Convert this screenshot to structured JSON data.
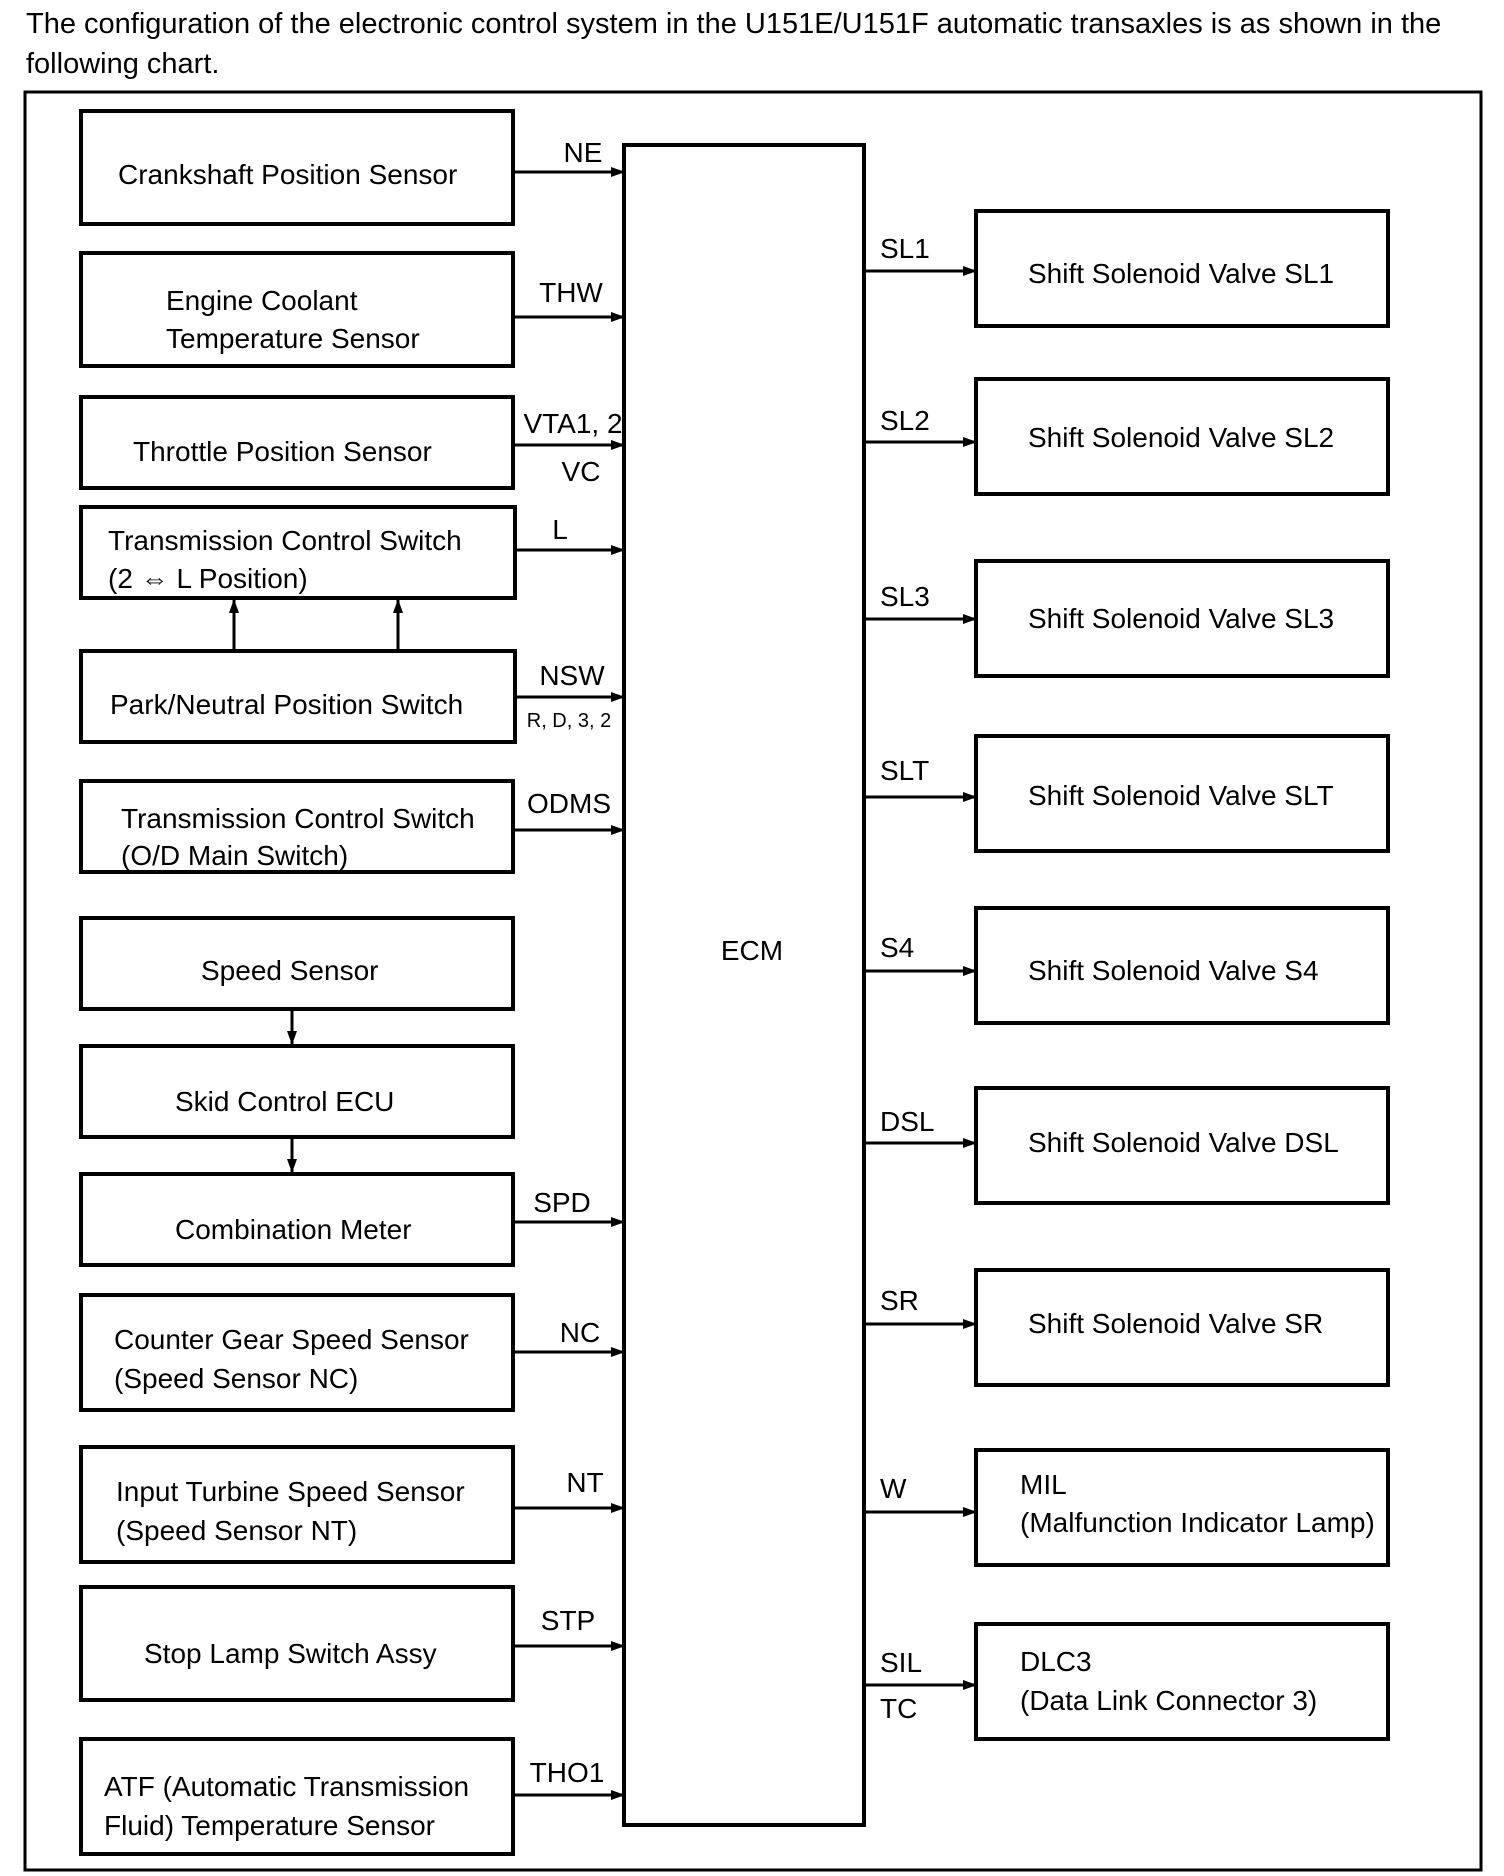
{
  "intro": "The configuration of the electronic control system in the U151E/U151F automatic transaxles is as shown in the following chart.",
  "ecm_label": "ECM",
  "inputs": [
    {
      "id": "crankshaft-position-sensor",
      "lines": [
        "Crankshaft Position Sensor"
      ],
      "signals": [
        "NE"
      ]
    },
    {
      "id": "engine-coolant-temperature-sensor",
      "lines": [
        "Engine Coolant",
        "Temperature Sensor"
      ],
      "signals": [
        "THW"
      ]
    },
    {
      "id": "throttle-position-sensor",
      "lines": [
        "Throttle Position Sensor"
      ],
      "signals": [
        "VTA1, 2",
        "VC"
      ]
    },
    {
      "id": "transmission-control-switch-2-l",
      "lines": [
        "Transmission Control Switch",
        "(2 ⇔ L Position)"
      ],
      "signals": [
        "L"
      ]
    },
    {
      "id": "park-neutral-position-switch",
      "lines": [
        "Park/Neutral Position Switch"
      ],
      "signals": [
        "NSW",
        "R, D, 3, 2"
      ]
    },
    {
      "id": "transmission-control-switch-od",
      "lines": [
        "Transmission Control Switch",
        "(O/D Main Switch)"
      ],
      "signals": [
        "ODMS"
      ]
    },
    {
      "id": "speed-sensor",
      "lines": [
        "Speed Sensor"
      ],
      "signals": []
    },
    {
      "id": "skid-control-ecu",
      "lines": [
        "Skid Control ECU"
      ],
      "signals": []
    },
    {
      "id": "combination-meter",
      "lines": [
        "Combination Meter"
      ],
      "signals": [
        "SPD"
      ]
    },
    {
      "id": "counter-gear-speed-sensor",
      "lines": [
        "Counter Gear Speed Sensor",
        "(Speed Sensor NC)"
      ],
      "signals": [
        "NC"
      ]
    },
    {
      "id": "input-turbine-speed-sensor",
      "lines": [
        "Input Turbine Speed Sensor",
        "(Speed Sensor NT)"
      ],
      "signals": [
        "NT"
      ]
    },
    {
      "id": "stop-lamp-switch-assy",
      "lines": [
        "Stop Lamp Switch Assy"
      ],
      "signals": [
        "STP"
      ]
    },
    {
      "id": "atf-temperature-sensor",
      "lines": [
        "ATF (Automatic Transmission",
        "Fluid) Temperature Sensor"
      ],
      "signals": [
        "THO1"
      ]
    }
  ],
  "outputs": [
    {
      "id": "shift-solenoid-valve-sl1",
      "lines": [
        "Shift Solenoid Valve SL1"
      ],
      "signals": [
        "SL1"
      ]
    },
    {
      "id": "shift-solenoid-valve-sl2",
      "lines": [
        "Shift Solenoid Valve SL2"
      ],
      "signals": [
        "SL2"
      ]
    },
    {
      "id": "shift-solenoid-valve-sl3",
      "lines": [
        "Shift Solenoid Valve SL3"
      ],
      "signals": [
        "SL3"
      ]
    },
    {
      "id": "shift-solenoid-valve-slt",
      "lines": [
        "Shift Solenoid Valve SLT"
      ],
      "signals": [
        "SLT"
      ]
    },
    {
      "id": "shift-solenoid-valve-s4",
      "lines": [
        "Shift Solenoid Valve S4"
      ],
      "signals": [
        "S4"
      ]
    },
    {
      "id": "shift-solenoid-valve-dsl",
      "lines": [
        "Shift Solenoid Valve DSL"
      ],
      "signals": [
        "DSL"
      ]
    },
    {
      "id": "shift-solenoid-valve-sr",
      "lines": [
        "Shift Solenoid Valve SR"
      ],
      "signals": [
        "SR"
      ]
    },
    {
      "id": "mil",
      "lines": [
        "MIL",
        "(Malfunction Indicator Lamp)"
      ],
      "signals": [
        "W"
      ]
    },
    {
      "id": "dlc3",
      "lines": [
        "DLC3",
        "(Data Link Connector 3)"
      ],
      "signals": [
        "SIL",
        "TC"
      ]
    }
  ]
}
